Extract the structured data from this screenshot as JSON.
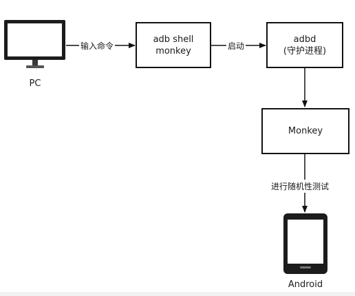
{
  "nodes": {
    "pc": {
      "label": "PC",
      "icon": "monitor-icon"
    },
    "adb_shell": {
      "line1": "adb shell",
      "line2": "monkey"
    },
    "adbd": {
      "line1": "adbd",
      "line2": "(守护进程)"
    },
    "monkey": {
      "label": "Monkey"
    },
    "android": {
      "label": "Android",
      "icon": "tablet-icon"
    }
  },
  "edges": {
    "pc_to_adb": "输入命令",
    "adb_to_adbd": "启动",
    "monkey_to_android": "进行随机性测试"
  },
  "colors": {
    "stroke": "#111111",
    "screen_bezel": "#1c1c1c",
    "screen": "#ffffff"
  }
}
